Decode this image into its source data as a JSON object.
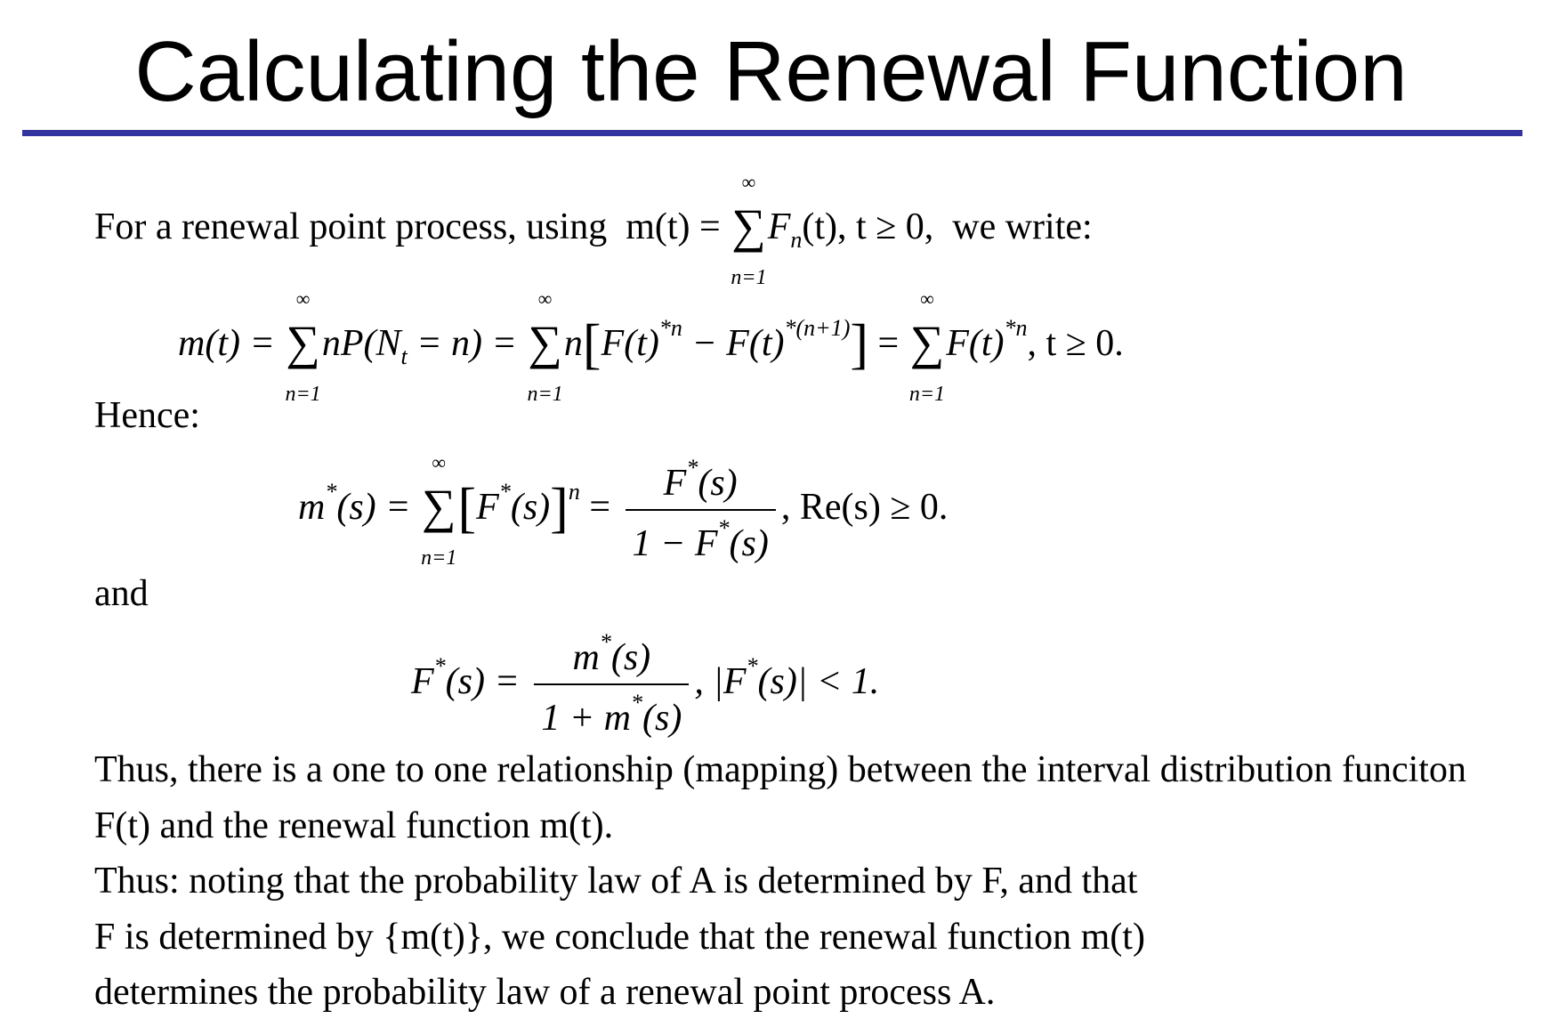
{
  "slide": {
    "title": "Calculating the Renewal Function",
    "accent_color": "#3333a0"
  },
  "text": {
    "intro_prefix": "For a renewal point process, using",
    "intro_suffix": "we write:",
    "hence": "Hence:",
    "and": "and",
    "thus_1_line1": "Thus, there is a one to one relationship (mapping) between the interval distribution funciton",
    "thus_1_line2": "F(t) and the renewal function m(t).",
    "thus_2_line1": "Thus:  noting that the probability law of A is determined by F, and that",
    "thus_2_line2": "F is determined by {m(t)}, we conclude that the renewal function m(t)",
    "thus_2_line3": "determines the probability law of a renewal point process A."
  },
  "math": {
    "def_lhs": "m(t) =",
    "sum_top": "∞",
    "sum_bottom": "n=1",
    "def_term": "F",
    "def_term_sub": "n",
    "def_term_rest": "(t), t ≥ 0,",
    "eq1_lhs": "m(t) =",
    "eq1_term1": "nP(N",
    "eq1_term1_sub": "t",
    "eq1_term1_rest": " = n) =",
    "eq1_n": "n",
    "eq1_F1": "F(t)",
    "eq1_pow1": "*n",
    "eq1_minus": " − F(t)",
    "eq1_pow2": "*(n+1)",
    "eq1_eq": " =",
    "eq1_F3": "F(t)",
    "eq1_pow3": "*n",
    "eq1_cond": ",  t ≥ 0.",
    "eq2_lhs": "m",
    "eq2_star": "*",
    "eq2_lhs_rest": "(s) =",
    "eq2_bracket_F": "F",
    "eq2_bracket_rest": "(s)",
    "eq2_pow": "n",
    "eq2_eq": " =",
    "eq2_num_F": "F",
    "eq2_num_rest": "(s)",
    "eq2_den_pre": "1 − F",
    "eq2_den_rest": "(s)",
    "eq2_cond": ",   Re(s) ≥ 0.",
    "eq3_lhs": "F",
    "eq3_lhs_rest": "(s) =",
    "eq3_num": "m",
    "eq3_num_rest": "(s)",
    "eq3_den_pre": "1 + m",
    "eq3_den_rest": "(s)",
    "eq3_cond": ",   |F",
    "eq3_cond_rest": "(s)| < 1."
  }
}
